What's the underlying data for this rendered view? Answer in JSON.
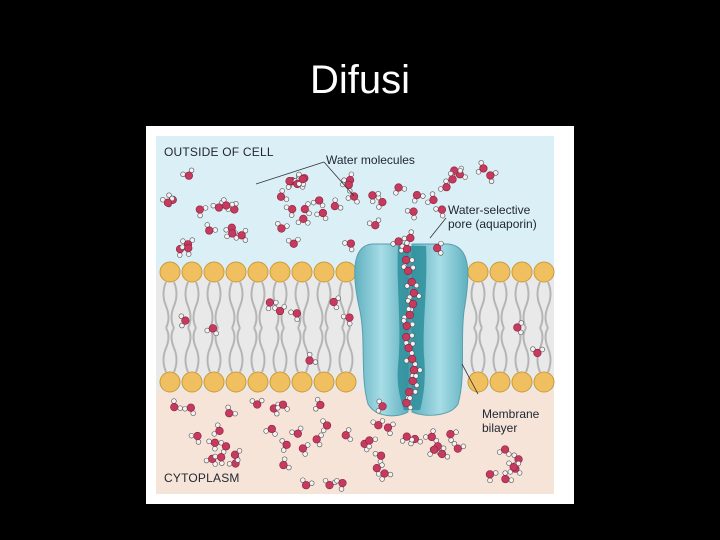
{
  "slide": {
    "title": "Difusi"
  },
  "figure": {
    "labels": {
      "outside": "OUTSIDE OF CELL",
      "water": "Water molecules",
      "pore_line1": "Water-selective",
      "pore_line2": "pore (aquaporin)",
      "membrane_line1": "Membrane",
      "membrane_line2": "bilayer",
      "cytoplasm": "CYTOPLASM"
    },
    "colors": {
      "outside_bg": "#dbeff7",
      "cytoplasm_bg": "#f7e4d9",
      "lipid_head": "#f0c060",
      "lipid_tail": "#b8b8b8",
      "channel": "#7cc4d0",
      "channel_core": "#3aa0ae",
      "oxygen": "#c63a5e",
      "hydrogen": "#f2f2f2"
    }
  }
}
